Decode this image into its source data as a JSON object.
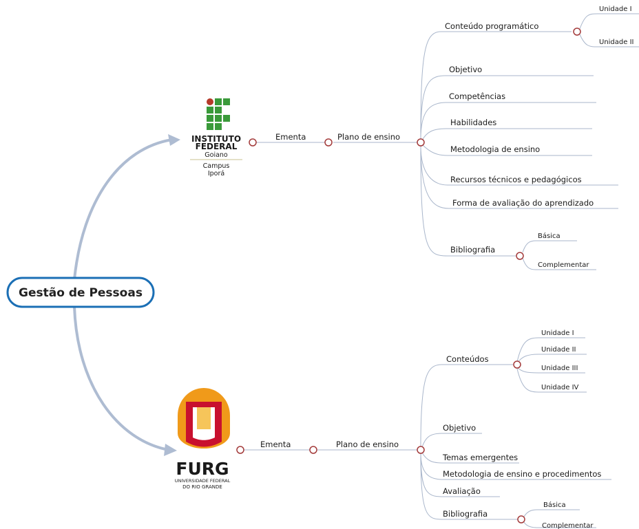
{
  "colors": {
    "line": "#a9b6cb",
    "node": "#a33a3a",
    "arrow": "#aebcd2",
    "root_border": "#1b6fb5",
    "if_green": "#3a9a3a",
    "if_red": "#b63a2a",
    "furg_red": "#c8102e",
    "furg_orange": "#f09a1a"
  },
  "root": {
    "label": "Gestão de Pessoas"
  },
  "if": {
    "logo": {
      "name": "INSTITUTO",
      "name2": "FEDERAL",
      "state": "Goiano",
      "campus": "Campus",
      "city": "Iporá"
    },
    "ementa": "Ementa",
    "plano": "Plano de ensino",
    "conteudo": {
      "label": "Conteúdo programático",
      "children": [
        "Unidade I",
        "Unidade II"
      ]
    },
    "items": [
      "Objetivo",
      "Competências",
      "Habilidades",
      "Metodologia de ensino",
      "Recursos técnicos e pedagógicos",
      "Forma de avaliação do aprendizado"
    ],
    "bibliografia": {
      "label": "Bibliografia",
      "children": [
        "Básica",
        "Complementar"
      ]
    }
  },
  "furg": {
    "logo": {
      "name": "FURG",
      "line1": "UNIVERSIDADE FEDERAL",
      "line2": "DO RIO GRANDE"
    },
    "ementa": "Ementa",
    "plano": "Plano de ensino",
    "conteudos": {
      "label": "Conteúdos",
      "children": [
        "Unidade I",
        "Unidade II",
        "Unidade III",
        "Unidade IV"
      ]
    },
    "items": [
      "Objetivo",
      "Temas emergentes",
      "Metodologia de ensino e procedimentos",
      "Avaliação"
    ],
    "bibliografia": {
      "label": "Bibliografia",
      "children": [
        "Básica",
        "Complementar"
      ]
    }
  }
}
